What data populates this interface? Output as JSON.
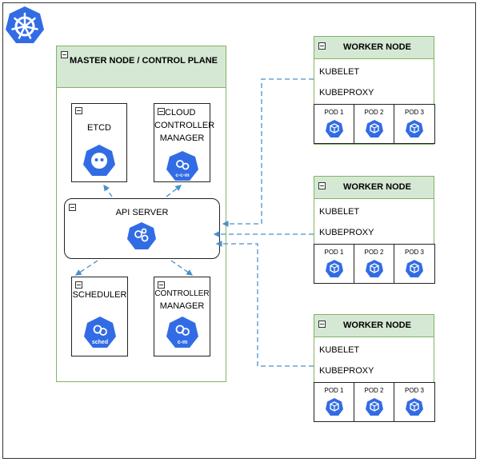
{
  "master": {
    "title": "MASTER NODE / CONTROL PLANE",
    "etcd": "ETCD",
    "ccm_line1": "CLOUD",
    "ccm_line2": "CONTROLLER",
    "ccm_line3": "MANAGER",
    "ccm_badge": "c-c-m",
    "api_server": "API SERVER",
    "scheduler": "SCHEDULER",
    "sched_badge": "sched",
    "cm_line1": "CONTROLLER",
    "cm_line2": "MANAGER",
    "cm_badge": "c-m"
  },
  "workers": [
    {
      "title": "WORKER NODE",
      "kubelet": "KUBELET",
      "kubeproxy": "KUBEPROXY",
      "pods": [
        "POD 1",
        "POD 2",
        "POD 3"
      ]
    },
    {
      "title": "WORKER NODE",
      "kubelet": "KUBELET",
      "kubeproxy": "KUBEPROXY",
      "pods": [
        "POD 1",
        "POD 2",
        "POD 3"
      ]
    },
    {
      "title": "WORKER NODE",
      "kubelet": "KUBELET",
      "kubeproxy": "KUBEPROXY",
      "pods": [
        "POD 1",
        "POD 2",
        "POD 3"
      ]
    }
  ],
  "colors": {
    "k8s_blue": "#326ce5",
    "node_green_fill": "#d5e8d4",
    "node_green_border": "#82b366",
    "connector_blue": "#4a8fc9"
  },
  "icons": {
    "logo": "kubernetes-wheel-icon",
    "etcd": "etcd-icon",
    "ccm": "cloud-controller-manager-icon",
    "api": "api-server-icon",
    "sched": "scheduler-icon",
    "cm": "controller-manager-icon",
    "pod": "pod-cube-icon"
  }
}
